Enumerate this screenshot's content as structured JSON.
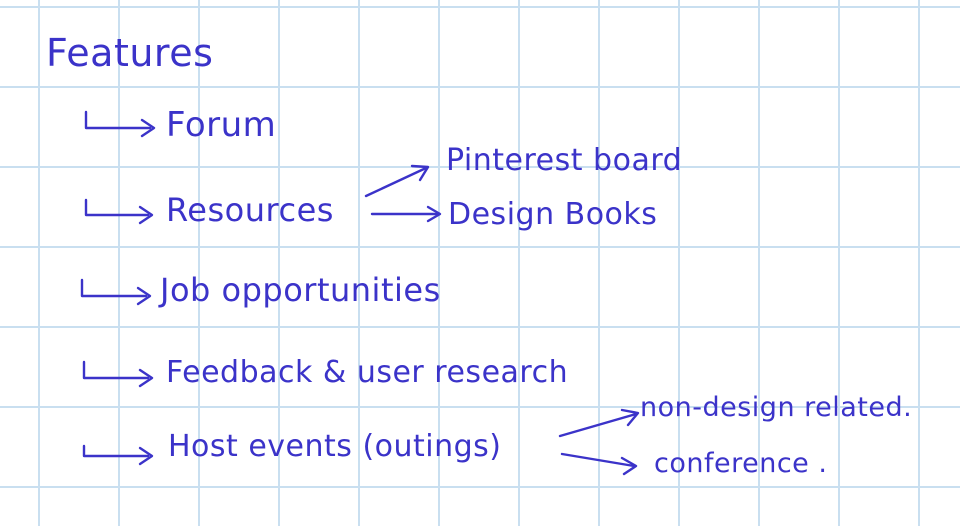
{
  "title": "Features",
  "features": [
    {
      "label": "Forum"
    },
    {
      "label": "Resources",
      "children": [
        "Pinterest board",
        "Design Books"
      ]
    },
    {
      "label": "Job opportunities"
    },
    {
      "label": "Feedback & user research"
    },
    {
      "label": "Host events (outings)",
      "children": [
        "non-design related.",
        "conference ."
      ]
    }
  ],
  "colors": {
    "ink": "#3b33c9",
    "grid": "#c9dff0",
    "paper": "#ffffff"
  }
}
